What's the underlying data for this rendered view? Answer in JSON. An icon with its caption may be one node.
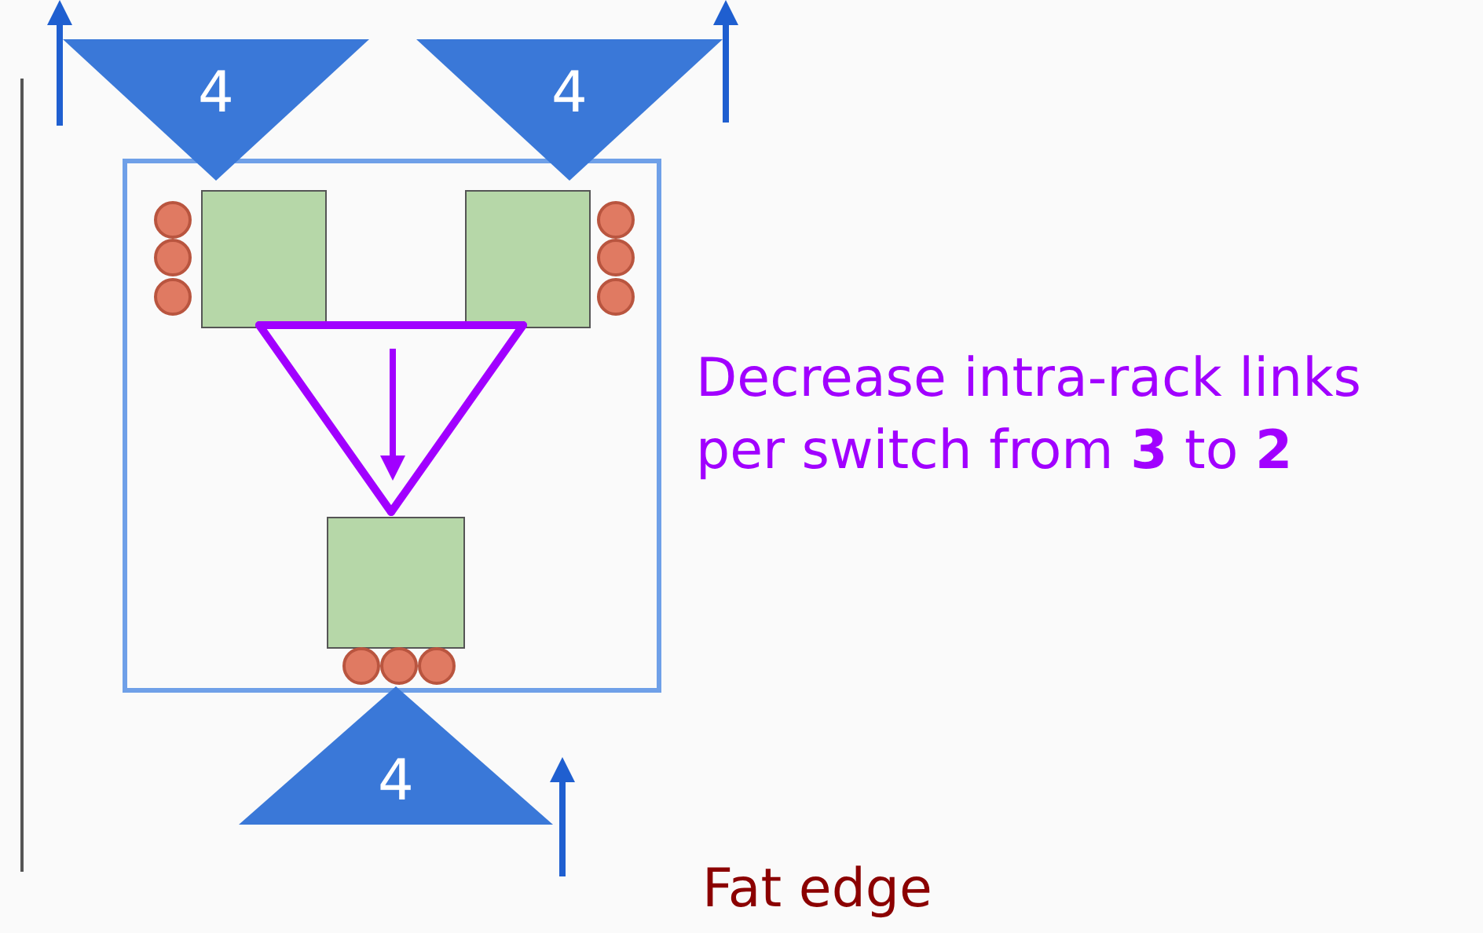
{
  "diagram": {
    "nodes": [
      {
        "text": [],
        "shape": "box"
      },
      {
        "text": [
          "4"
        ]
      },
      {
        "text": [
          "4"
        ]
      },
      {
        "text": [],
        "shape": "box",
        "in": 0
      },
      {
        "text": [],
        "shape": "box",
        "in": 0
      },
      {
        "text": [],
        "shape": "box",
        "in": 0
      },
      {
        "text": [],
        "shape": "circle",
        "in": 0
      },
      {
        "text": [],
        "shape": "circle",
        "in": 0
      },
      {
        "text": [],
        "shape": "circle",
        "in": 0
      },
      {
        "text": [],
        "shape": "circle",
        "in": 0
      },
      {
        "text": [],
        "shape": "circle",
        "in": 0
      },
      {
        "text": [],
        "shape": "circle",
        "in": 0
      },
      {
        "text": [],
        "shape": "circle",
        "in": 0
      },
      {
        "text": [],
        "shape": "circle",
        "in": 0
      },
      {
        "text": [],
        "shape": "circle",
        "in": 0
      },
      {
        "text": [
          "4"
        ]
      }
    ],
    "edges": [
      {
        "from": 3,
        "to": 4,
        "arrow": "none"
      },
      {
        "from": 3,
        "to": 5,
        "arrow": "none"
      },
      {
        "from": 4,
        "to": 5,
        "arrow": "none"
      }
    ],
    "labels": [
      "Decrease intra-rack links per switch from **3** to **2**",
      "Fat edge"
    ]
  }
}
